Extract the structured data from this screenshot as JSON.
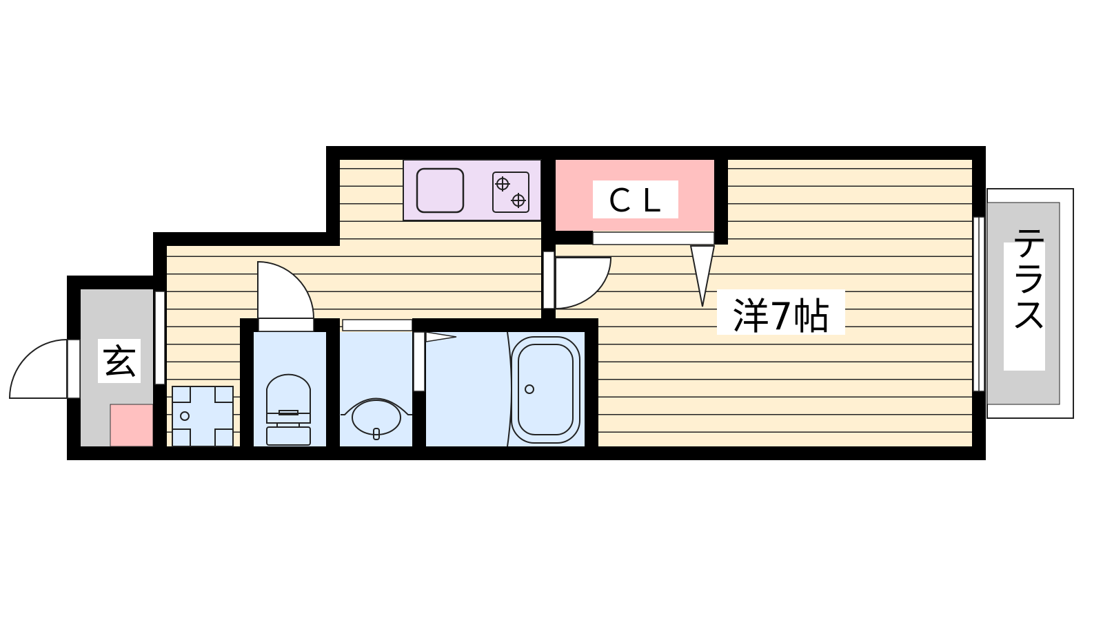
{
  "floorplan": {
    "rooms": {
      "entrance": "玄",
      "closet": "ＣＬ",
      "western_room": "洋7帖",
      "terrace": "テラス"
    },
    "colors": {
      "wall": "#000000",
      "floor": "#FFF0D2",
      "wet_area": "#DBECFF",
      "kitchen": "#EEDDF5",
      "closet": "#FFC0C0",
      "entrance": "#D0D0D0"
    }
  }
}
